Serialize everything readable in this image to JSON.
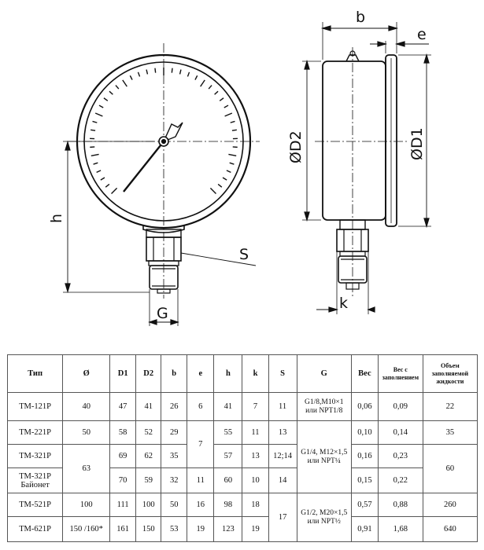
{
  "drawing": {
    "dim_labels": {
      "b": "b",
      "e": "e",
      "D2": "ØD2",
      "D1": "ØD1",
      "h": "h",
      "S": "S",
      "G": "G",
      "k": "k"
    }
  },
  "table": {
    "headers": [
      "Тип",
      "Ø",
      "D1",
      "D2",
      "b",
      "e",
      "h",
      "k",
      "S",
      "G",
      "Вес",
      "Вес с заполнением",
      "Объем заполняемой жидкости"
    ],
    "rows": [
      {
        "type": "ТМ-121Р",
        "dia": "40",
        "d1": "47",
        "d2": "41",
        "b": "26",
        "e": "6",
        "h": "41",
        "k": "7",
        "s": "11",
        "g": "G1/8,M10×1 или NPT1/8",
        "ves": "0,06",
        "ves_fill": "0,09",
        "volume": "22"
      },
      {
        "type": "ТМ-221Р",
        "dia": "50",
        "d1": "58",
        "d2": "52",
        "b": "29",
        "e": "7",
        "h": "55",
        "k": "11",
        "s": "13",
        "g": "G1/4, M12×1,5 или NPT¼",
        "ves": "0,10",
        "ves_fill": "0,14",
        "volume": "35"
      },
      {
        "type": "ТМ-321Р",
        "dia": "63",
        "d1": "69",
        "d2": "62",
        "b": "35",
        "e": "",
        "h": "57",
        "k": "13",
        "s": "12;14",
        "g": "",
        "ves": "0,16",
        "ves_fill": "0,23",
        "volume": "60"
      },
      {
        "type": "ТМ-321Р Байонет",
        "dia": "",
        "d1": "70",
        "d2": "59",
        "b": "32",
        "e": "11",
        "h": "60",
        "k": "10",
        "s": "14",
        "g": "",
        "ves": "0,15",
        "ves_fill": "0,22",
        "volume": ""
      },
      {
        "type": "ТМ-521Р",
        "dia": "100",
        "d1": "111",
        "d2": "100",
        "b": "50",
        "e": "16",
        "h": "98",
        "k": "18",
        "s": "17",
        "g": "G1/2, M20×1,5 или NPT½",
        "ves": "0,57",
        "ves_fill": "0,88",
        "volume": "260"
      },
      {
        "type": "ТМ-621Р",
        "dia": "150 /160*",
        "d1": "161",
        "d2": "150",
        "b": "53",
        "e": "19",
        "h": "123",
        "k": "19",
        "s": "",
        "g": "",
        "ves": "0,91",
        "ves_fill": "1,68",
        "volume": "640"
      }
    ]
  }
}
